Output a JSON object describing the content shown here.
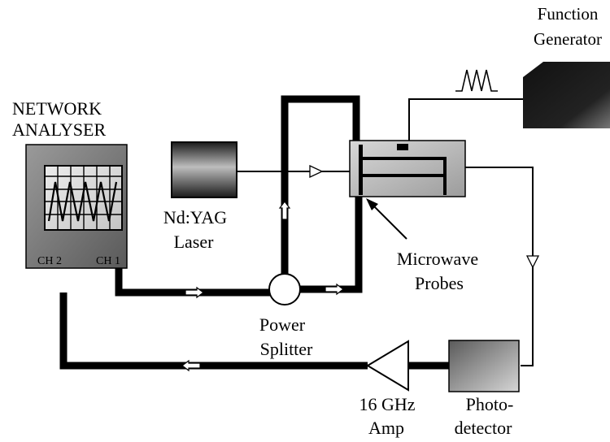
{
  "labels": {
    "function_generator": [
      "Function",
      "Generator"
    ],
    "network_analyser": [
      "NETWORK",
      "ANALYSER"
    ],
    "ch2": "CH 2",
    "ch1": "CH 1",
    "laser": [
      "Nd:YAG",
      "Laser"
    ],
    "microwave_probes": [
      "Microwave",
      "Probes"
    ],
    "power_splitter": [
      "Power",
      "Splitter"
    ],
    "amp": [
      "16 GHz",
      "Amp"
    ],
    "photodetector": [
      "Photo-",
      "detector"
    ]
  }
}
